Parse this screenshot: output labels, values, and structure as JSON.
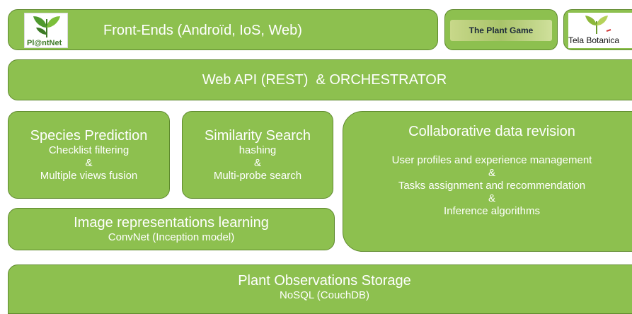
{
  "frontends": {
    "title": "Front-Ends (Androïd, IoS, Web)",
    "plantnet_logo_text": "Pl@ntNet",
    "plant_game_label": "The Plant Game",
    "tela_label": "Tela Botanica"
  },
  "api": {
    "title": "Web API (REST)  & ORCHESTRATOR"
  },
  "species": {
    "title": "Species Prediction",
    "line1": "Checklist filtering",
    "amp": "&",
    "line2": "Multiple views fusion"
  },
  "similarity": {
    "title": "Similarity Search",
    "line1": "hashing",
    "amp": "&",
    "line2": "Multi-probe search"
  },
  "collab": {
    "title": "Collaborative data revision",
    "line1": "User profiles and experience management",
    "amp1": "&",
    "line2": "Tasks assignment and recommendation",
    "amp2": "&",
    "line3": "Inference algorithms"
  },
  "image_rep": {
    "title": "Image representations learning",
    "sub": "ConvNet (Inception model)"
  },
  "storage": {
    "title": "Plant Observations Storage",
    "sub": "NoSQL (CouchDB)"
  }
}
